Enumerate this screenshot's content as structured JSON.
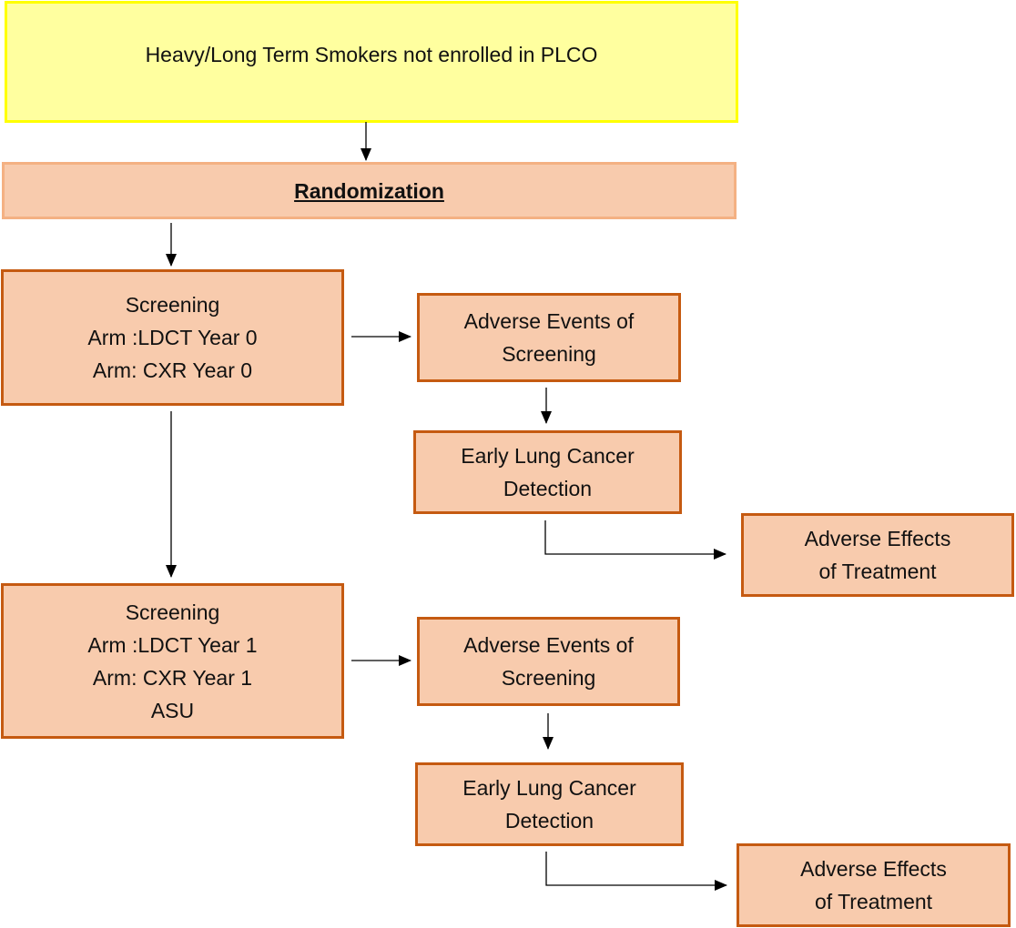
{
  "title_box": {
    "text": "Heavy/Long Term Smokers not enrolled in PLCO"
  },
  "randomization": {
    "text": "Randomization"
  },
  "screening_year0": {
    "lines": [
      "Screening",
      "Arm :LDCT  Year 0",
      "Arm: CXR Year 0"
    ]
  },
  "adverse_events_1": {
    "lines": [
      "Adverse Events of",
      "Screening"
    ]
  },
  "early_detection_1": {
    "lines": [
      "Early Lung Cancer",
      "Detection"
    ]
  },
  "adverse_effects_1": {
    "lines": [
      "Adverse Effects",
      "of Treatment"
    ]
  },
  "screening_year1": {
    "lines": [
      "Screening",
      "Arm :LDCT  Year 1",
      "Arm: CXR Year 1",
      "ASU"
    ]
  },
  "adverse_events_2": {
    "lines": [
      "Adverse Events of",
      "Screening"
    ]
  },
  "early_detection_2": {
    "lines": [
      "Early Lung Cancer",
      "Detection"
    ]
  },
  "adverse_effects_2": {
    "lines": [
      "Adverse Effects",
      "of Treatment"
    ]
  },
  "colors": {
    "yellow_fill": "#ffff9f",
    "yellow_border": "#ffff00",
    "peach_fill": "#f8cbad",
    "orange_border": "#c55a11",
    "arrow": "#000000"
  }
}
